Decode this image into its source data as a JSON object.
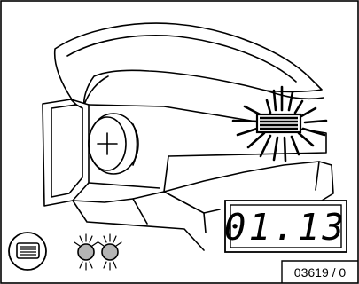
{
  "display": {
    "value": "01.13"
  },
  "figure": {
    "reference_number": "03619 / 0"
  },
  "indicators": {
    "lamp_count": 2
  },
  "icons": {
    "timer_symbol": "lamp-panel-icon",
    "glowing_element": "flashing-lamp-icon"
  },
  "colors": {
    "line": "#000000",
    "lamp_fill": "#b5b5b5",
    "background": "#ffffff"
  }
}
